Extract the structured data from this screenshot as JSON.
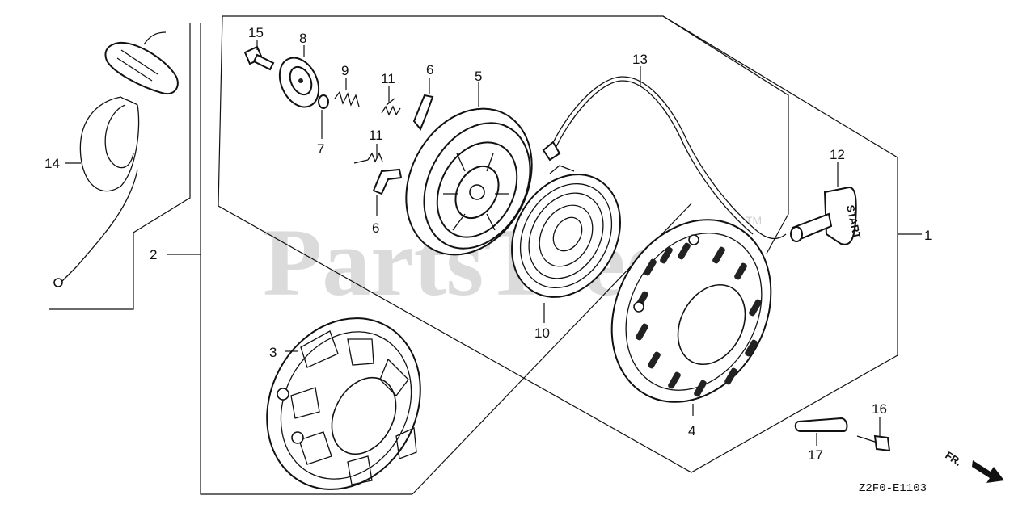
{
  "diagram": {
    "watermark": "PartsTree",
    "watermark_tm": "TM",
    "figure_code": "Z2F0-E1103",
    "direction_label": "FR.",
    "callouts": {
      "c1": "1",
      "c2": "2",
      "c3": "3",
      "c4": "4",
      "c5": "5",
      "c6a": "6",
      "c6b": "6",
      "c7": "7",
      "c8": "8",
      "c9": "9",
      "c10": "10",
      "c11a": "11",
      "c11b": "11",
      "c12": "12",
      "c13": "13",
      "c14": "14",
      "c15": "15",
      "c16": "16",
      "c17": "17"
    },
    "handle_text": "START"
  }
}
